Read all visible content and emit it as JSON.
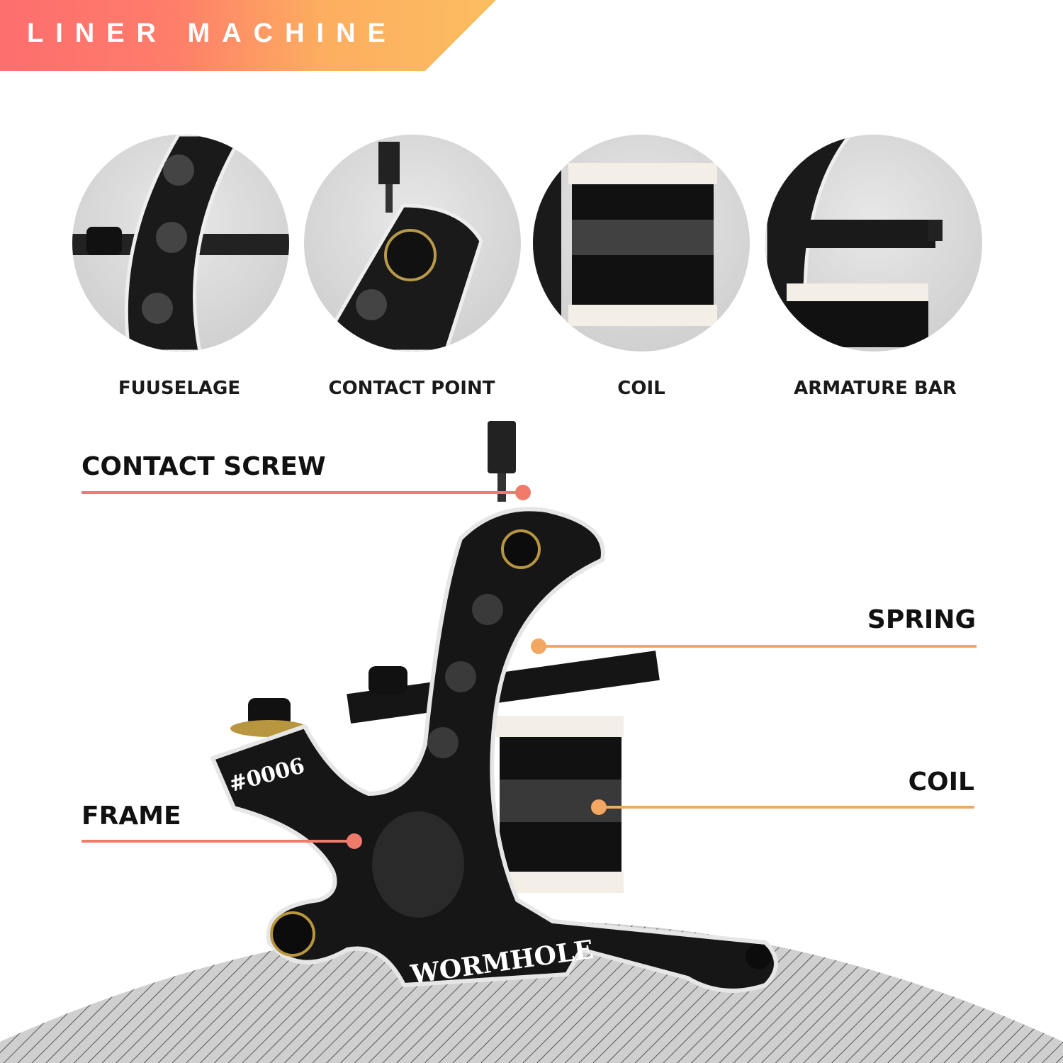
{
  "header": {
    "title": "LINER MACHINE"
  },
  "details": [
    {
      "label": "FUUSELAGE"
    },
    {
      "label": "CONTACT POINT"
    },
    {
      "label": "COIL"
    },
    {
      "label": "ARMATURE BAR"
    }
  ],
  "callouts": {
    "contact_screw": "CONTACT SCREW",
    "spring": "SPRING",
    "coil": "COIL",
    "frame": "FRAME"
  },
  "product": {
    "serial": "#0006",
    "brand": "WORMHOLE"
  },
  "colors": {
    "accent_left": "#f07b6b",
    "accent_right": "#f2a763",
    "banner_start": "#fd6e6e",
    "banner_end": "#fcbd60"
  }
}
